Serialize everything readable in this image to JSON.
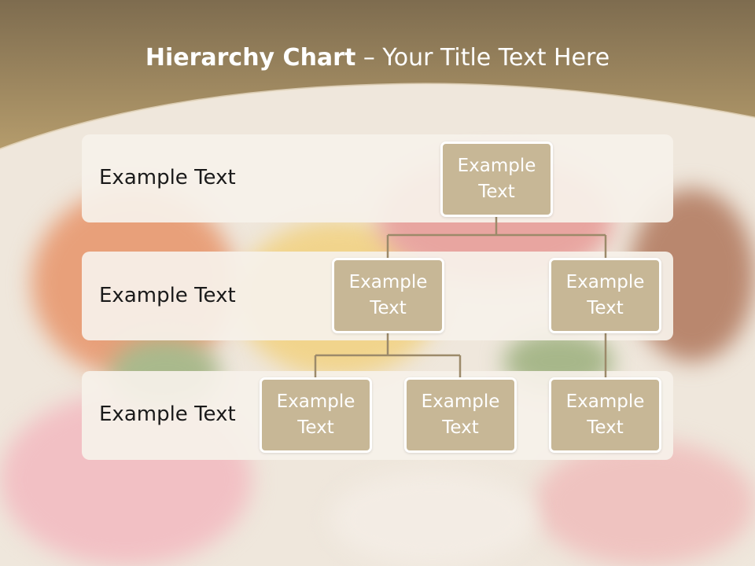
{
  "slide": {
    "title_bold": "Hierarchy Chart",
    "title_rest": " – Your Title Text Here"
  },
  "levels": [
    {
      "label": "Example Text"
    },
    {
      "label": "Example Text"
    },
    {
      "label": "Example Text"
    }
  ],
  "nodes": [
    {
      "line1": "Example",
      "line2": "Text"
    },
    {
      "line1": "Example",
      "line2": "Text"
    },
    {
      "line1": "Example",
      "line2": "Text"
    },
    {
      "line1": "Example",
      "line2": "Text"
    },
    {
      "line1": "Example",
      "line2": "Text"
    },
    {
      "line1": "Example",
      "line2": "Text"
    }
  ],
  "colors": {
    "header": "#a0875d",
    "node_fill": "#c7b796",
    "connector": "#9c8a6a",
    "band": "#f6f1ea"
  }
}
